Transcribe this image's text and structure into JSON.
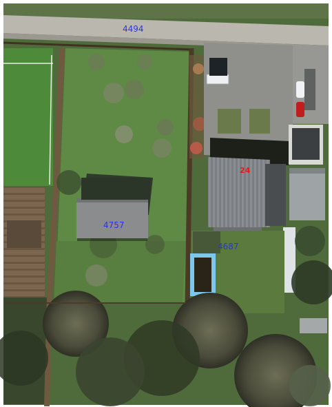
{
  "map": {
    "labels": {
      "road_parcel": "4494",
      "barn_parcel": "4757",
      "house_parcel_number": "24",
      "garden_parcel": "4687"
    },
    "colors": {
      "parcel_label": "#2a32e6",
      "house_number_label": "#e21a1a"
    }
  }
}
